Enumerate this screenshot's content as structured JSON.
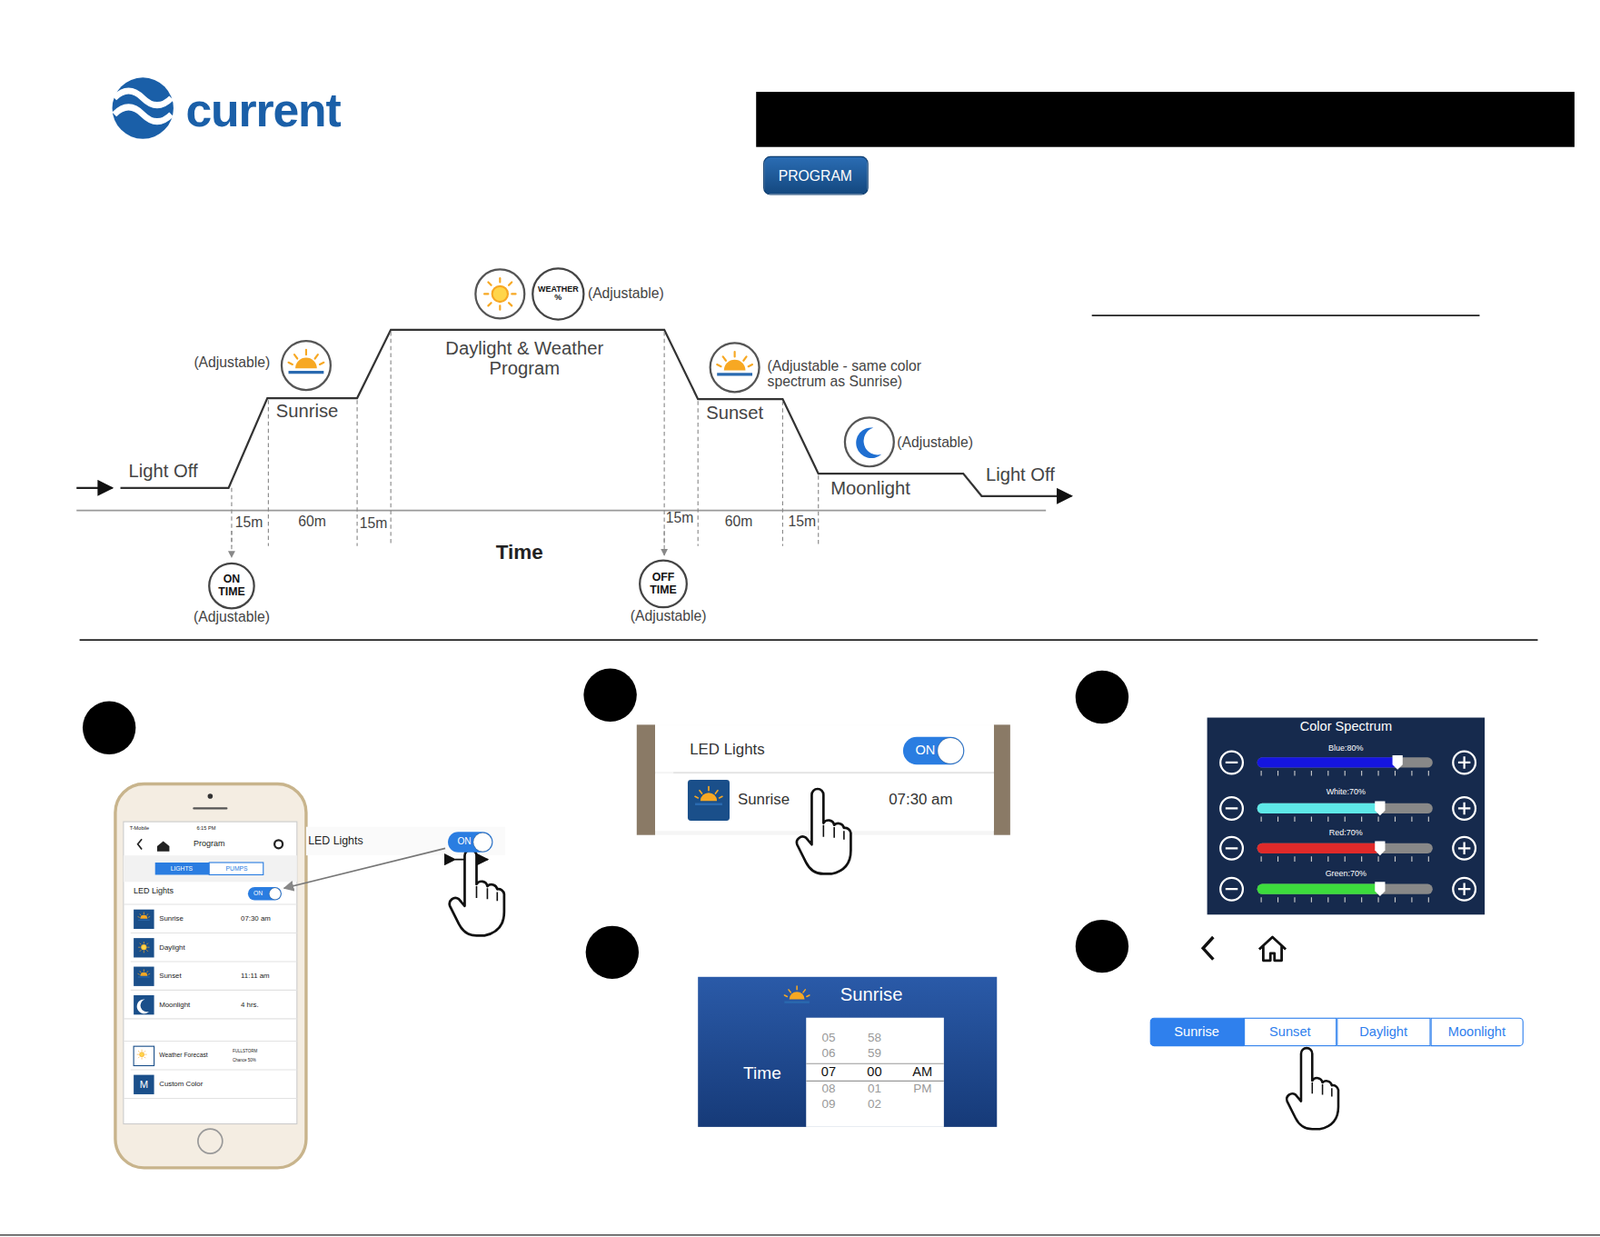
{
  "diagram": {
    "nodes": [
      {
        "text": [
          "PROGRAM"
        ]
      },
      {
        "text": [
          "WEATHER %"
        ]
      },
      {
        "text": [
          "ON TIME"
        ]
      },
      {
        "text": [
          "OFF TIME"
        ]
      },
      {
        "text": [
          "ON"
        ]
      },
      {
        "text": [
          "ON"
        ]
      },
      {
        "text": [
          "ON"
        ]
      },
      {
        "text": [
          "Color Spectrum",
          "Blue:80%",
          "White:70%",
          "Red:70%",
          "Green:70%"
        ]
      },
      {
        "text": [
          "Sunrise",
          "Time"
        ]
      },
      {
        "text": [
          "Sunrise"
        ]
      },
      {
        "text": [
          "Sunset"
        ]
      },
      {
        "text": [
          "Daylight"
        ]
      },
      {
        "text": [
          "Moonlight"
        ]
      }
    ],
    "edges": [
      {
        "from": 5,
        "to": 4,
        "arrow": "to"
      }
    ],
    "labels": [
      "current",
      "(Adjustable)",
      "Sunrise",
      "(Adjustable)",
      "Daylight & Weather Program",
      "Sunset",
      "(Adjustable - same color spectrum as Sunrise)",
      "(Adjustable)",
      "Moonlight",
      "Light Off",
      "Light Off",
      "15m",
      "60m",
      "15m",
      "15m",
      "60m",
      "15m",
      "Time",
      "(Adjustable)",
      "(Adjustable)",
      "T-Mobile",
      "6:15 PM",
      "Program",
      "LIGHTS",
      "PUMPS",
      "LED Lights",
      "Sunrise",
      "07:30 am",
      "Daylight",
      "Sunset",
      "11:11 am",
      "Moonlight",
      "4 hrs.",
      "Weather Forecast",
      "FULLSTORM",
      "Chance 50%",
      "Custom Color",
      "M",
      "LED Lights",
      "LED Lights",
      "Sunrise",
      "07:30 am",
      "05",
      "58",
      "06",
      "59",
      "07",
      "00",
      "AM",
      "08",
      "01",
      "PM",
      "09",
      "02"
    ]
  }
}
